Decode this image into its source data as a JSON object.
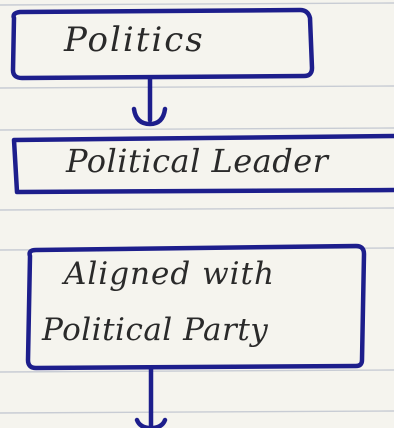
{
  "nodes": [
    {
      "id": "politics",
      "lines": [
        "Politics"
      ]
    },
    {
      "id": "political-leader",
      "lines": [
        "Political Leader"
      ]
    },
    {
      "id": "aligned",
      "lines": [
        "Aligned with",
        "Political Party"
      ]
    }
  ],
  "edges": [
    {
      "from": "politics",
      "to": "political-leader"
    },
    {
      "from": "aligned",
      "to": "continues-below"
    }
  ],
  "colors": {
    "ink": "#1d1e8c",
    "text": "#2a2a2a",
    "paper": "#f5f4ee",
    "rule": "#c8ccd4"
  }
}
